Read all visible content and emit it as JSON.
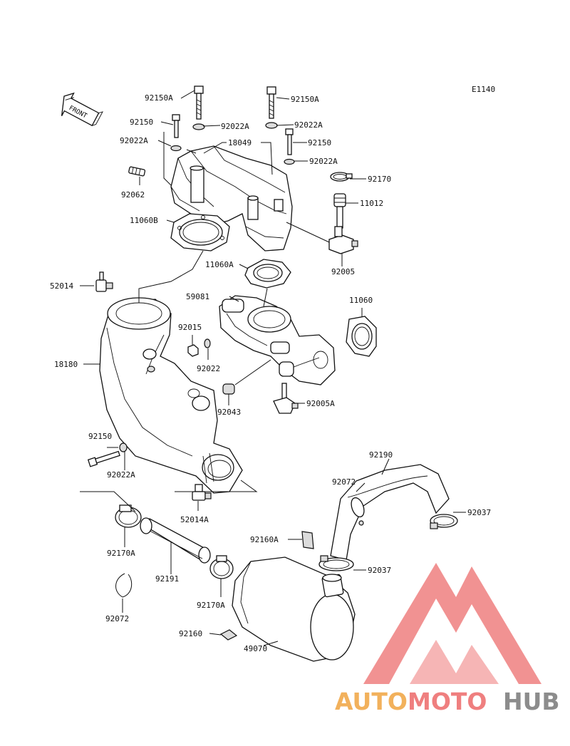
{
  "diagram_code": "E1140",
  "front_marker": "FRONT",
  "labels": {
    "p92150A_top_left": "92150A",
    "p92150A_top_right": "92150A",
    "p92150_left": "92150",
    "p92022A_left": "92022A",
    "p92022A_center": "92022A",
    "p92022A_right_top": "92022A",
    "p92022A_right": "92022A",
    "p92150_right": "92150",
    "p18049": "18049",
    "p92062": "92062",
    "p92170": "92170",
    "p11012": "11012",
    "p11060B": "11060B",
    "p92005": "92005",
    "p11060A": "11060A",
    "p52014": "52014",
    "p59081": "59081",
    "p11060": "11060",
    "p92015": "92015",
    "p92022": "92022",
    "p18180": "18180",
    "p92043": "92043",
    "p92005A": "92005A",
    "p92150_lower": "92150",
    "p92022A_lower": "92022A",
    "p52014A": "52014A",
    "p92190": "92190",
    "p92072_upper": "92072",
    "p92037_right": "92037",
    "p92160A": "92160A",
    "p92037_lower": "92037",
    "p92170A_left": "92170A",
    "p92191": "92191",
    "p92170A_right": "92170A",
    "p92072_lower": "92072",
    "p92160": "92160",
    "p49070": "49070"
  },
  "watermark": {
    "part1": "AUTO",
    "part2": "MOTO",
    "part3": "HUB",
    "color_orange": "#f2b15c",
    "color_red": "#ef7f7f",
    "color_gray": "#8c8c8c"
  }
}
